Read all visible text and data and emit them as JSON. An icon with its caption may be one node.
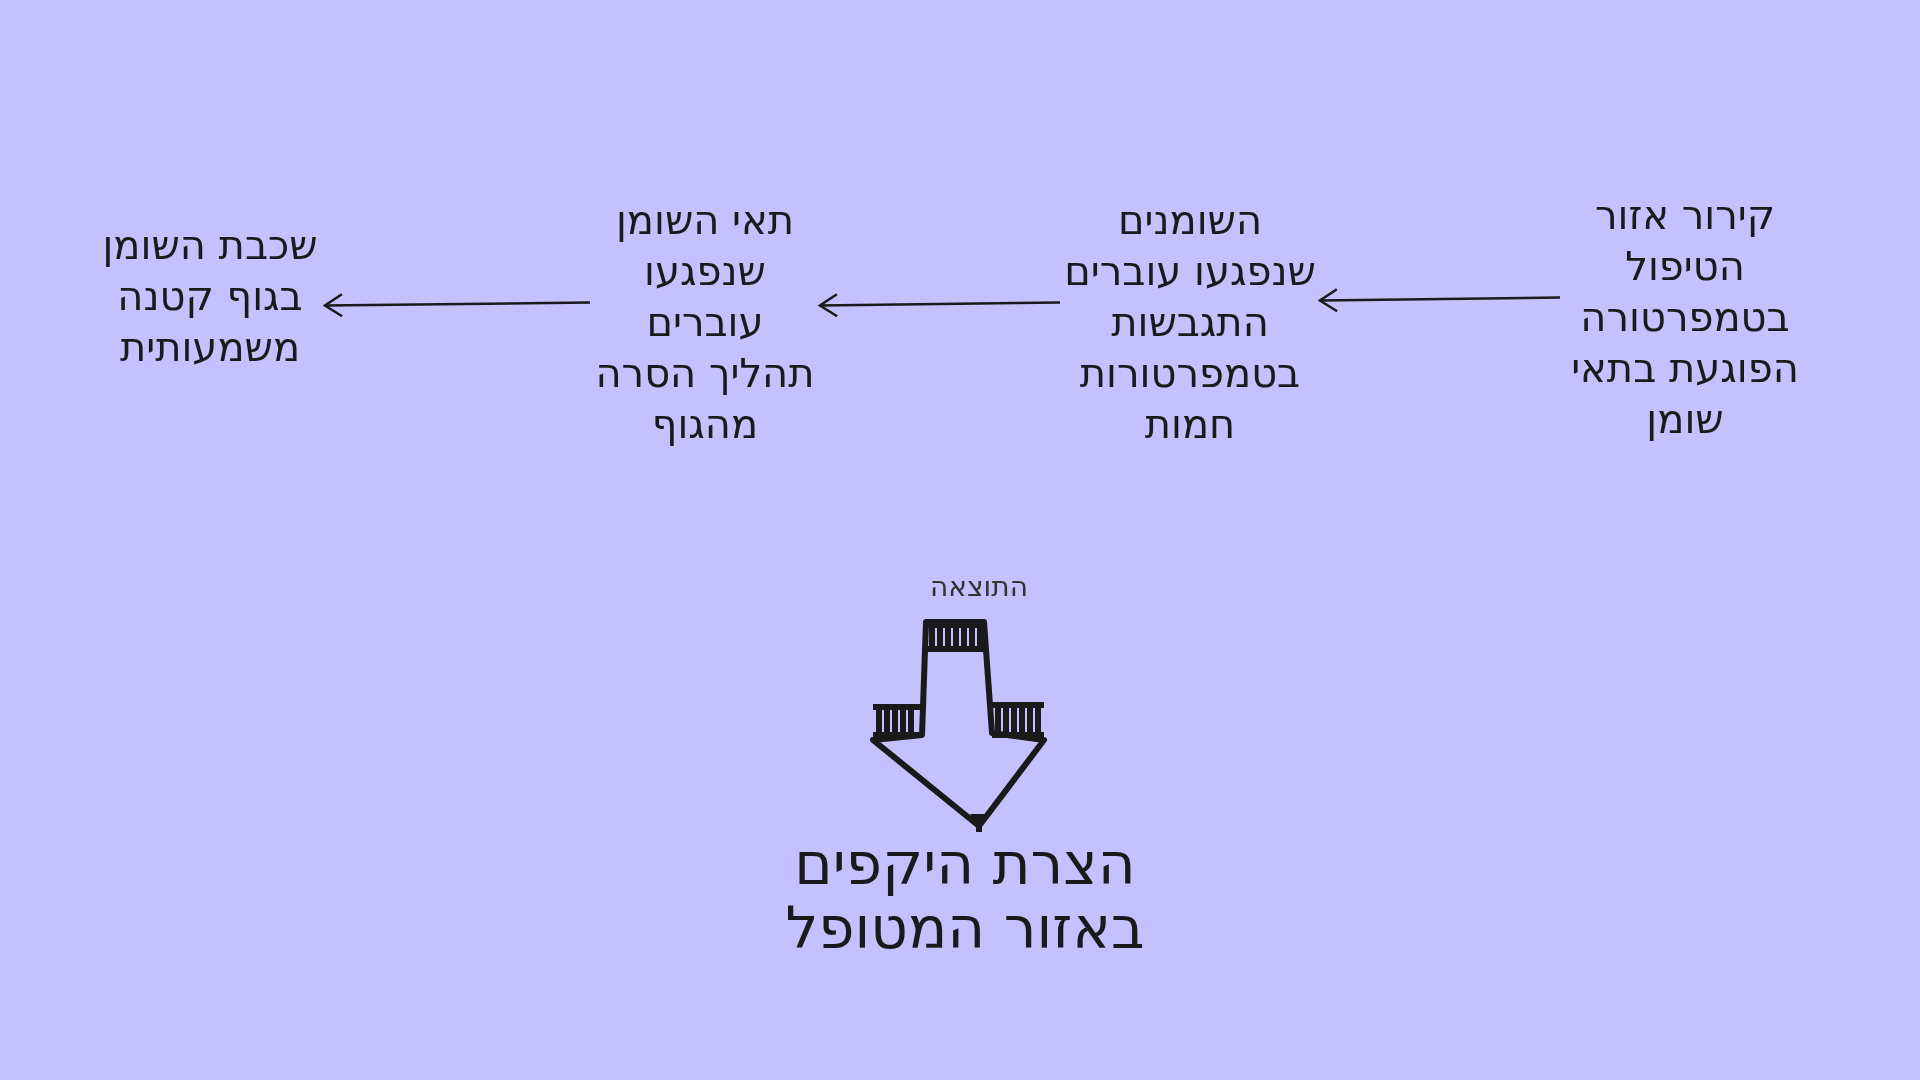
{
  "diagram": {
    "nodes": [
      {
        "text": [
          "קירור אזור הטיפול בטמפרטורה הפוגעת בתאי שומן"
        ]
      },
      {
        "text": [
          "השומנים שנפגעו עוברים התגבשות בטמפרטורות חמות"
        ]
      },
      {
        "text": [
          "תאי השומן שנפגעו עוברים תהליך הסרה מהגוף"
        ]
      },
      {
        "text": [
          "שכבת השומן בגוף קטנה משמעותית"
        ]
      },
      {
        "text": [
          "הצרת היקפים באזור המטופל"
        ]
      }
    ],
    "edges": [
      {
        "from": 0,
        "to": 1,
        "arrow": "to"
      },
      {
        "from": 1,
        "to": 2,
        "arrow": "to"
      },
      {
        "from": 2,
        "to": 3,
        "arrow": "to"
      },
      {
        "from": null,
        "to": 4,
        "arrow": "to",
        "style": "thick"
      }
    ],
    "labels": [
      "התוצאה"
    ]
  }
}
